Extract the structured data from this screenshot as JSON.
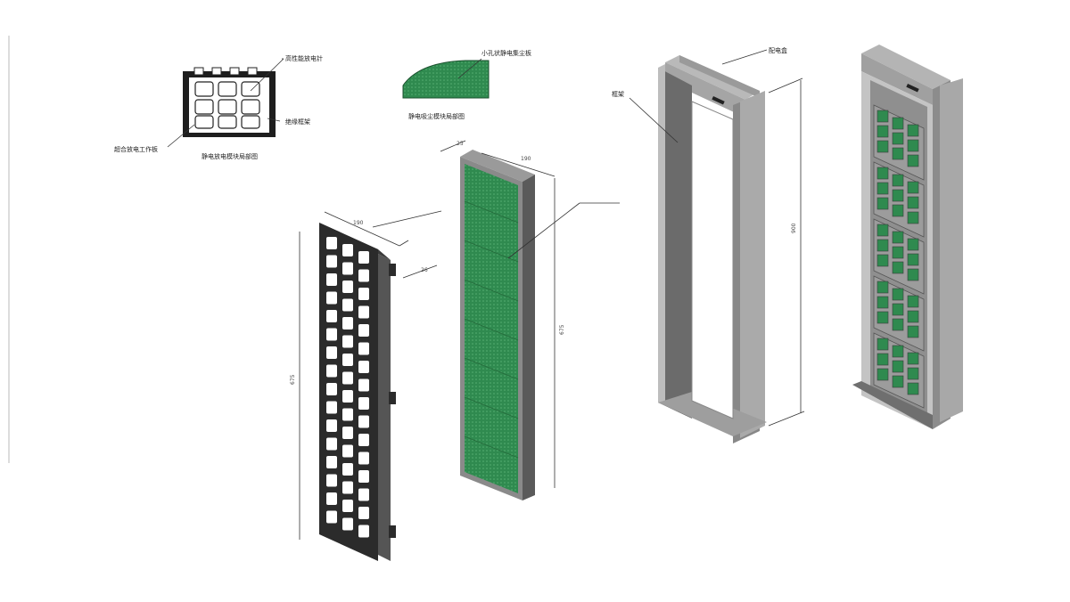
{
  "figure": {
    "inset_left": {
      "label_top": "高性能放电针",
      "label_right": "绝缘框架",
      "label_left": "超合放电工作板",
      "caption": "静电放电模块局部图"
    },
    "inset_mid": {
      "label_top": "小孔状静电集尘板",
      "caption": "静电吸尘模块局部图"
    },
    "grid_panel": {
      "dim_width": "190",
      "dim_depth": "26",
      "dim_height": "675"
    },
    "green_panel": {
      "dim_depth": "25",
      "dim_width": "190",
      "dim_height": "675"
    },
    "housing": {
      "label_top": "配电盒",
      "label_left": "框架",
      "dim_height": "900"
    }
  },
  "colors": {
    "green": "#2f8a4f",
    "dark_frame": "#2b2b2b",
    "grey_frame": "#a9a9a9"
  }
}
